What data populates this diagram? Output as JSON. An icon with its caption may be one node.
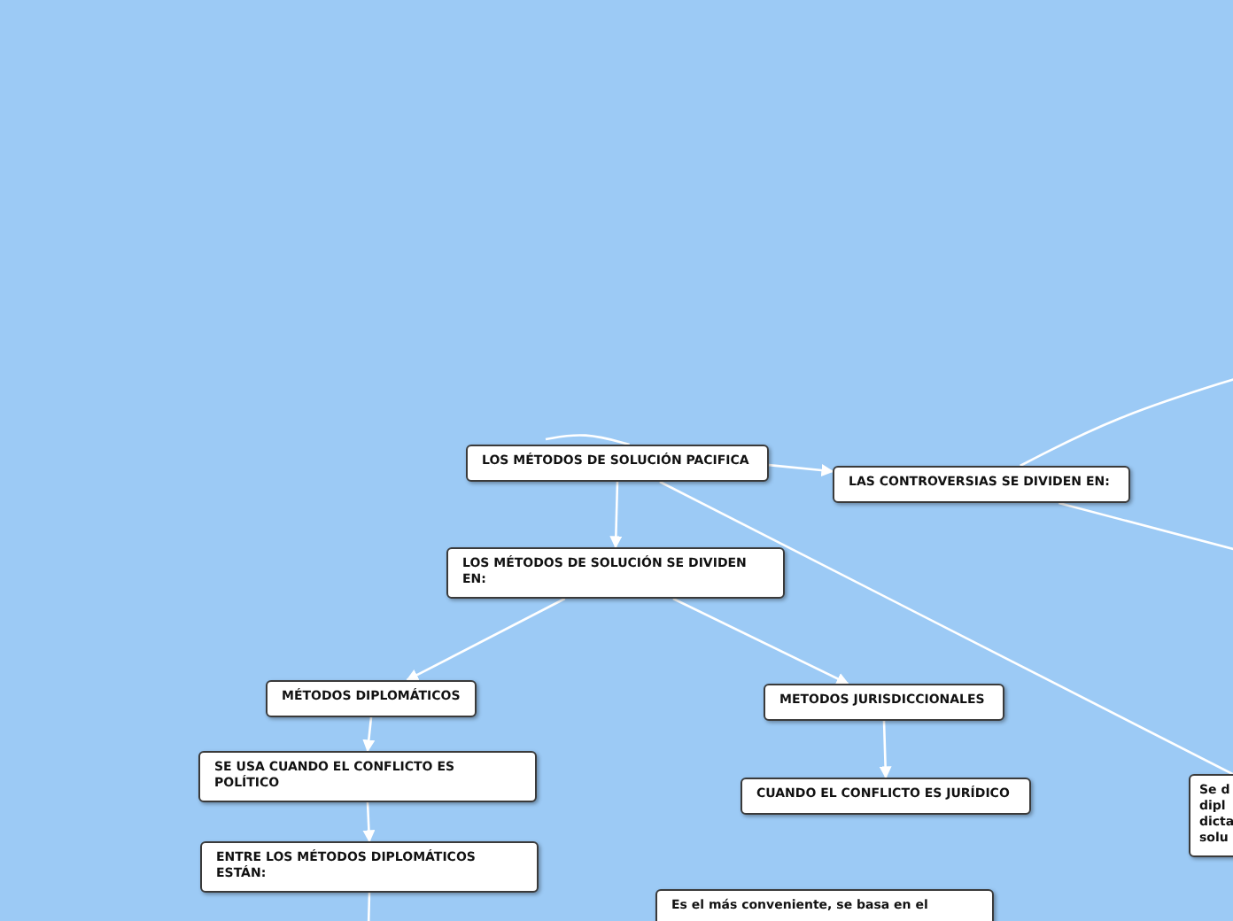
{
  "diagram": {
    "nodes": [
      {
        "text": [
          "LOS MÉTODOS DE SOLUCIÓN PACIFICA"
        ]
      },
      {
        "text": [
          "LAS CONTROVERSIAS SE DIVIDEN EN:"
        ]
      },
      {
        "text": [
          "LOS MÉTODOS DE SOLUCIÓN SE DIVIDEN EN:"
        ]
      },
      {
        "text": [
          "MÉTODOS DIPLOMÁTICOS"
        ]
      },
      {
        "text": [
          "METODOS JURISDICCIONALES"
        ]
      },
      {
        "text": [
          "SE USA CUANDO EL CONFLICTO ES POLÍTICO"
        ]
      },
      {
        "text": [
          "CUANDO EL CONFLICTO ES JURÍDICO"
        ]
      },
      {
        "text": [
          "ENTRE LOS MÉTODOS DIPLOMÁTICOS ESTÁN:"
        ]
      },
      {
        "text": [
          "Es el más conveniente, se basa en el"
        ]
      },
      {
        "text": [
          "Se d dipl dicta solu"
        ]
      }
    ],
    "edges": [
      {
        "from": 0,
        "to": 1,
        "arrow": "to"
      },
      {
        "from": 0,
        "to": 2,
        "arrow": "to"
      },
      {
        "from": 0,
        "to": 9,
        "arrow": "none"
      },
      {
        "from": 0,
        "to": null,
        "arrow": "none"
      },
      {
        "from": 1,
        "to": null,
        "arrow": "none"
      },
      {
        "from": 1,
        "to": null,
        "arrow": "none"
      },
      {
        "from": 2,
        "to": 3,
        "arrow": "to"
      },
      {
        "from": 2,
        "to": 4,
        "arrow": "to"
      },
      {
        "from": 3,
        "to": 5,
        "arrow": "to"
      },
      {
        "from": 5,
        "to": 7,
        "arrow": "to"
      },
      {
        "from": 7,
        "to": null,
        "arrow": "none"
      },
      {
        "from": 4,
        "to": 6,
        "arrow": "to"
      }
    ]
  }
}
